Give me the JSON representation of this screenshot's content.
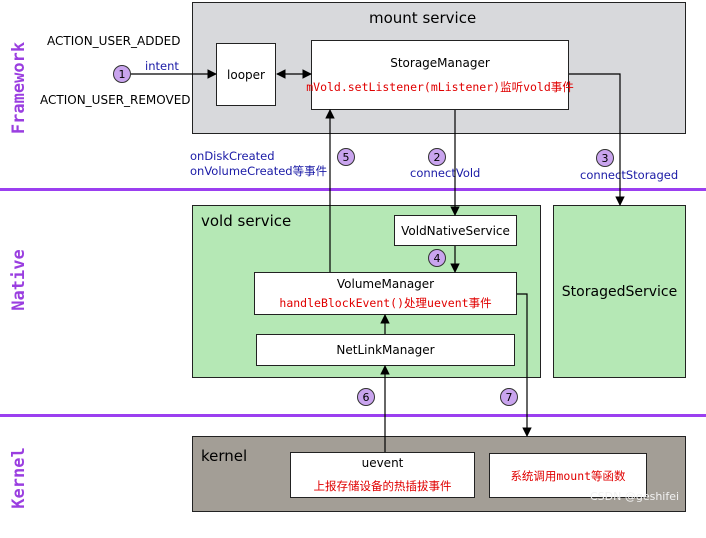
{
  "layers": {
    "framework": "Framework",
    "native": "Native",
    "kernel": "Kernel"
  },
  "mount_service": {
    "title": "mount service"
  },
  "looper": "looper",
  "storage_manager": {
    "name": "StorageManager",
    "desc": "mVold.setListener(mListener)监听vold事件"
  },
  "actions": {
    "added": "ACTION_USER_ADDED",
    "removed": "ACTION_USER_REMOVED",
    "intent": "intent"
  },
  "callbacks": {
    "line1": "onDiskCreated",
    "line2": "onVolumeCreated等事件"
  },
  "connect_vold": "connectVold",
  "connect_storaged": "connectStoraged",
  "vold_service": {
    "title": "vold service"
  },
  "vold_native_service": "VoldNativeService",
  "volume_manager": {
    "name": "VolumeManager",
    "desc": "handleBlockEvent()处理uevent事件"
  },
  "netlink_manager": "NetLinkManager",
  "storaged_service": "StoragedService",
  "kernel": {
    "title": "kernel"
  },
  "uevent": {
    "name": "uevent",
    "desc": "上报存储设备的热插拔事件"
  },
  "syscall": "系统调用mount等函数",
  "steps": [
    "1",
    "2",
    "3",
    "4",
    "5",
    "6",
    "7"
  ],
  "watermark": "CSDN @geshifei",
  "colors": {
    "framework_bg": "#d8d9dc",
    "native_bg": "#b5e8b5",
    "kernel_bg": "#a39e96",
    "separator": "#9b3ff0",
    "step_circle": "#c9a4ee",
    "accent_red": "#e00000",
    "accent_blue": "#1a1aa6"
  }
}
